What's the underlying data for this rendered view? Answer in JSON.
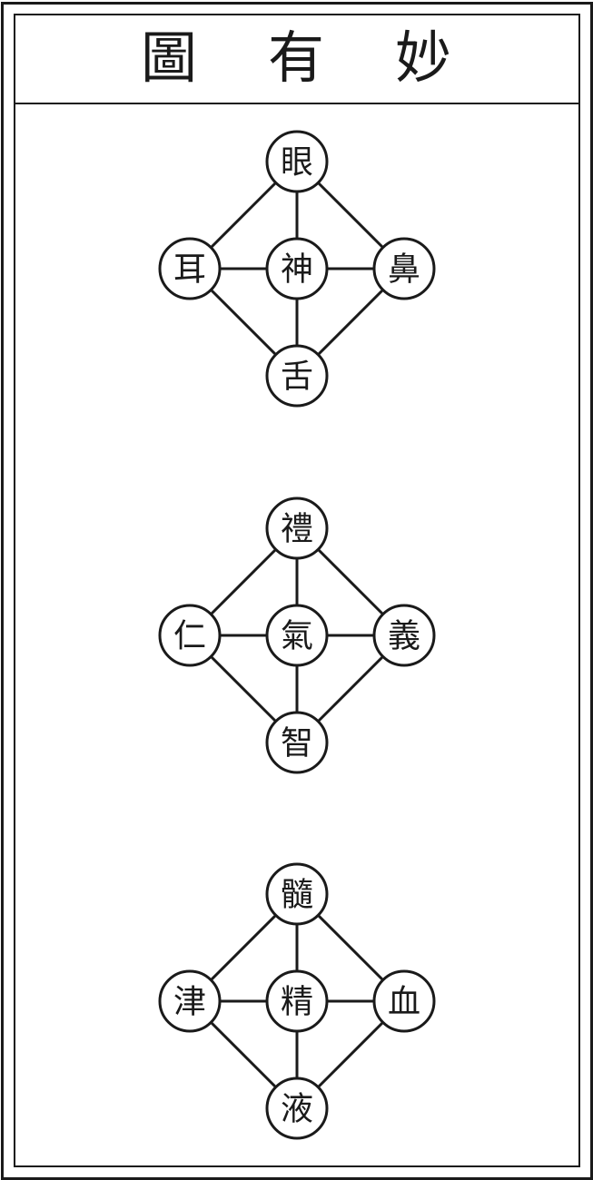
{
  "title": {
    "chars": [
      "圖",
      "有",
      "妙"
    ]
  },
  "diagrams": [
    {
      "nodes": {
        "top": "眼",
        "left": "耳",
        "center": "神",
        "right": "鼻",
        "bottom": "舌"
      }
    },
    {
      "nodes": {
        "top": "禮",
        "left": "仁",
        "center": "氣",
        "right": "義",
        "bottom": "智"
      }
    },
    {
      "nodes": {
        "top": "髓",
        "left": "津",
        "center": "精",
        "right": "血",
        "bottom": "液"
      }
    }
  ]
}
